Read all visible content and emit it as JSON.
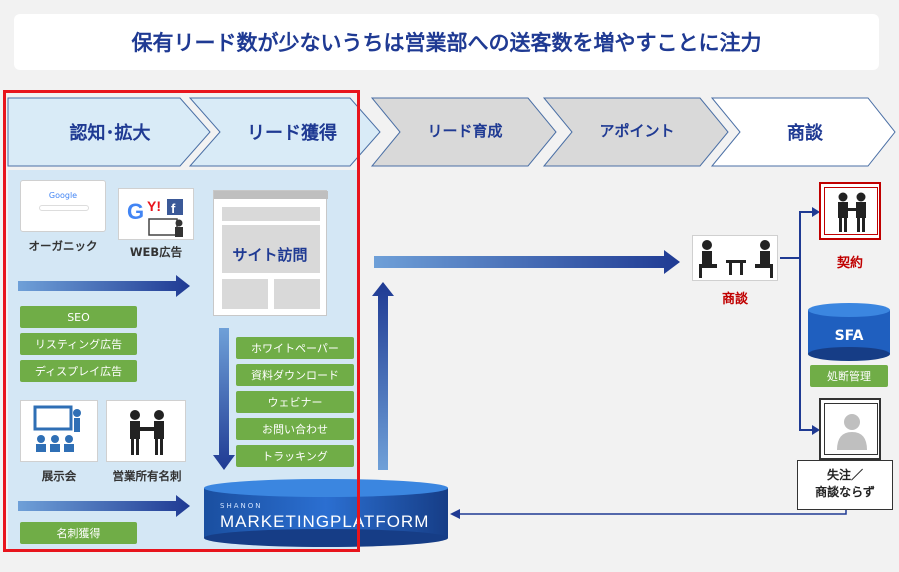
{
  "title": "保有リード数が少ないうちは営業部への送客数を増やすことに注力",
  "stages": [
    {
      "label": "認知･拡大"
    },
    {
      "label": "リード獲得"
    },
    {
      "label": "リード育成"
    },
    {
      "label": "アポイント"
    },
    {
      "label": "商談"
    }
  ],
  "left": {
    "organic_label": "オーガニック",
    "google_logo": "Google",
    "web_ad_label": "WEB広告",
    "seo_tags": [
      "SEO",
      "リスティング広告",
      "ディスプレイ広告"
    ],
    "exhibition_label": "展示会",
    "business_card_label": "営業所有名刺",
    "card_tag": "名刺獲得"
  },
  "middle": {
    "site_visit_label": "サイト訪問",
    "tags": [
      "ホワイトペーパー",
      "資料ダウンロード",
      "ウェビナー",
      "お問い合わせ",
      "トラッキング"
    ]
  },
  "platform": {
    "small_label": "SHANON",
    "name": "MARKETINGPLATFORM"
  },
  "right": {
    "meeting_label": "商談",
    "contract_label": "契約",
    "sfa_label": "SFA",
    "decision_tag": "処断管理",
    "lost_label_line1": "失注／",
    "lost_label_line2": "商談ならず"
  },
  "colors": {
    "navy": "#1f3a93",
    "red": "#e8141c",
    "green": "#70ad47",
    "panel_blue": "#d4e7f5",
    "stage_active": "#d9ebf7",
    "stage_gray": "#d9d9d9",
    "stage_white": "#ffffff"
  }
}
